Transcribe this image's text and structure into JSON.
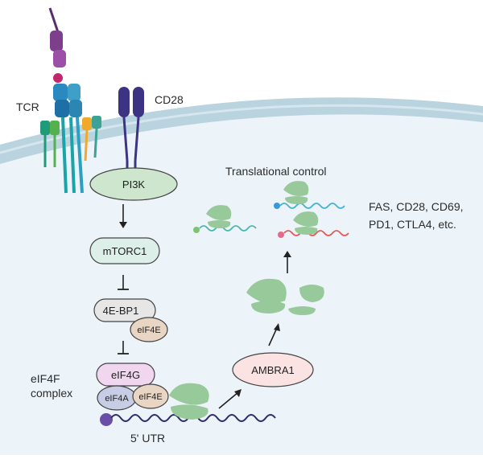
{
  "labels": {
    "tcr": "TCR",
    "cd28": "CD28",
    "pi3k": "PI3K",
    "mtorc1": "mTORC1",
    "fourebp1": "4E-BP1",
    "eif4e": "eIF4E",
    "eif4g": "eIF4G",
    "eif4a": "eIF4A",
    "eif4e_complex": "eIF4E",
    "eif4f_line1": "eIF4F",
    "eif4f_line2": "complex",
    "utr": "5' UTR",
    "ambra1": "AMBRA1",
    "translational_control": "Translational control",
    "targets_line1": "FAS, CD28, CD69,",
    "targets_line2": "PD1, CTLA4, etc."
  },
  "colors": {
    "membrane": "#b9d3df",
    "cytoplasm": "#edf4f9",
    "pi3k_fill": "#cde6cd",
    "mtorc1_fill": "#dcefe8",
    "fourebp1_fill": "#e6e6e6",
    "eif4e_fill": "#e9d5c3",
    "eif4g_fill": "#f1d6f0",
    "eif4a_fill": "#c8cde6",
    "ambra1_fill": "#fbe3e3",
    "ribosome": "#97c99a",
    "mrna_dark": "#2f2f6b",
    "mrna_teal": "#4bb8b0",
    "mrna_cyan": "#44b3d6",
    "mrna_red": "#e35a5a"
  },
  "icons": [
    "tcr-receptor-icon",
    "cd28-receptor-icon",
    "ribosome-icon",
    "mrna-strand-icon",
    "arrow-icon",
    "inhibition-icon"
  ]
}
